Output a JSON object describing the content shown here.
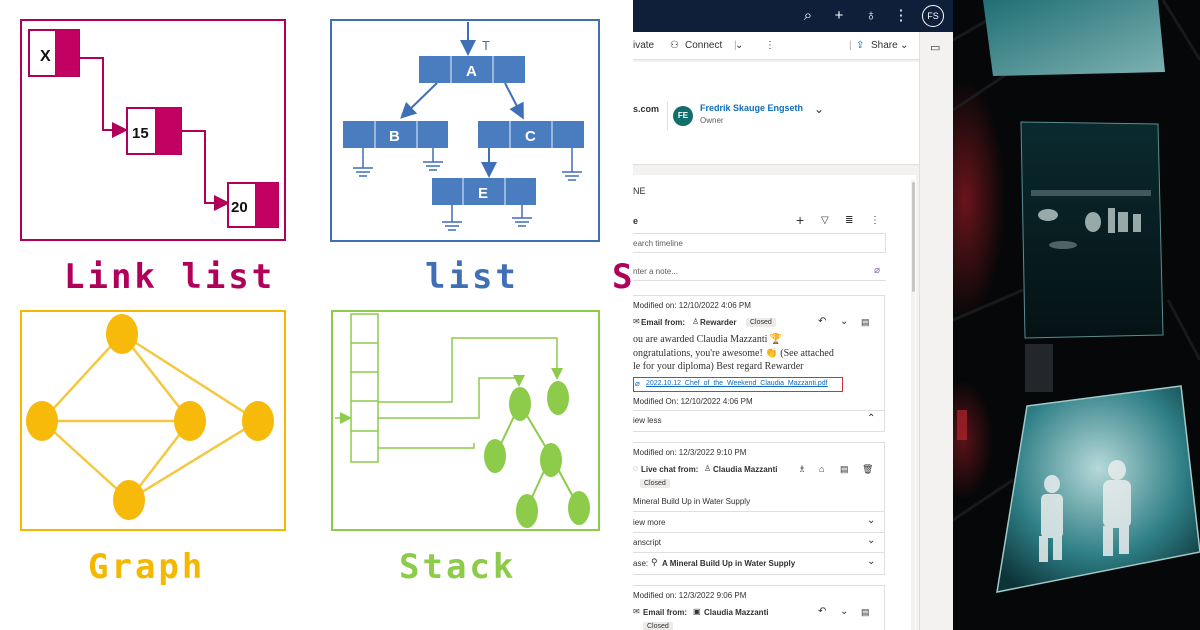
{
  "diagrams": {
    "linked_list": {
      "label": "Link list",
      "nodes": [
        "X",
        "15",
        "20"
      ],
      "color": "#b0005a"
    },
    "tree": {
      "label": "list",
      "nodes": [
        "A",
        "B",
        "C",
        "E"
      ],
      "top_marker": "T",
      "color": "#3f6fb5"
    },
    "graph": {
      "label": "Graph",
      "color": "#f5b800"
    },
    "stack": {
      "label": "Stack",
      "color": "#8ccc4a"
    },
    "partial_label": "S"
  },
  "crm": {
    "topbar_color": "#0f1f3a",
    "user_initials": "FS",
    "topbar_icons": [
      "search-icon",
      "plus-icon",
      "lightbulb-icon",
      "more-vertical-icon"
    ],
    "commands": {
      "activate": "ivate",
      "connect": "Connect",
      "share": "Share"
    },
    "header": {
      "account_suffix": "s.com",
      "owner_initials": "FE",
      "owner_name": "Fredrik Skauge Engseth",
      "owner_role": "Owner"
    },
    "timeline": {
      "section_title": "NE",
      "header": "e",
      "search_placeholder": "earch timeline",
      "note_placeholder": "nter a note...",
      "entries": [
        {
          "modified": "Modified on: 12/10/2022 4:06 PM",
          "type": "Email from:",
          "sender": "Rewarder",
          "status": "Closed",
          "line1": "ou are awarded Claudia Mazzanti 🏆",
          "line2": "ongratulations, you're awesome! 👏 (See attached",
          "line3": "le for your diploma) Best regard Rewarder",
          "attachment": "2022.10.12_Chef_of_the_Weekend_Claudia_Mazzanti.pdf",
          "modified_again": "Modified On: 12/10/2022 4:06 PM",
          "toggle": "iew less"
        },
        {
          "modified": "Modified on: 12/3/2022 9:10 PM",
          "type": "Live chat from:",
          "sender": "Claudia Mazzanti",
          "status": "Closed",
          "line1": "Mineral Build Up in Water Supply",
          "toggle": "iew more",
          "transcript": "anscript",
          "case_prefix": "ase:",
          "case_title": "A Mineral Build Up in Water Supply"
        },
        {
          "modified": "Modified on: 12/3/2022 9:06 PM",
          "type": "Email from:",
          "sender": "Claudia Mazzanti",
          "status": "Closed"
        }
      ]
    },
    "accent_link": "#0f6cbd",
    "attachment_border": "#d13438"
  }
}
